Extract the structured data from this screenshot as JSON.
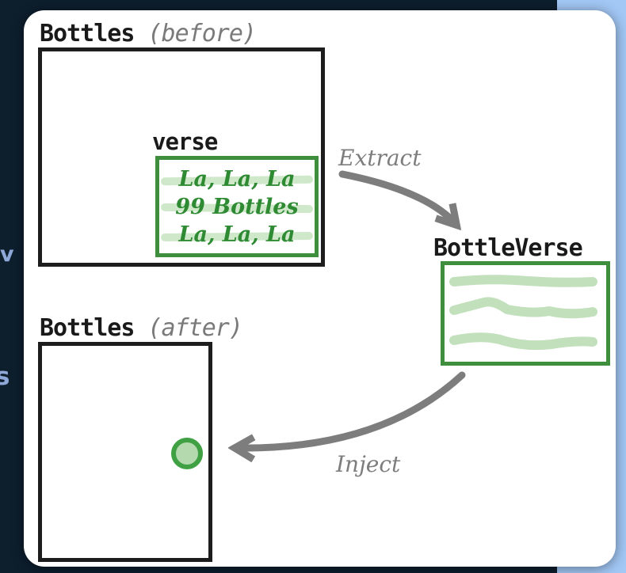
{
  "slide": {
    "before": {
      "title": "Bottles",
      "qualifier": "(before)",
      "method_label": "verse",
      "verse_lines": [
        "La, La, La",
        "99 Bottles",
        "La, La, La"
      ]
    },
    "after": {
      "title": "Bottles",
      "qualifier": "(after)"
    },
    "extracted_class": {
      "title": "BottleVerse"
    },
    "extract_label": "Extract",
    "inject_label": "Inject"
  },
  "background_fragments": {
    "top": "v",
    "bottom": "s"
  },
  "colors": {
    "background_navy": "#0d1e2d",
    "background_blue": "#a3c8f6",
    "panel_white": "#ffffff",
    "box_border_black": "#1d1d1d",
    "green_border": "#3e8e3e",
    "script_text_green": "#2f8b33",
    "highlight_green": "#cfe8ca",
    "wave_green": "#c2e0bc",
    "circle_stroke": "#3fa044",
    "circle_fill": "#b4d9ae",
    "arrow_gray": "#7d7d7d"
  }
}
